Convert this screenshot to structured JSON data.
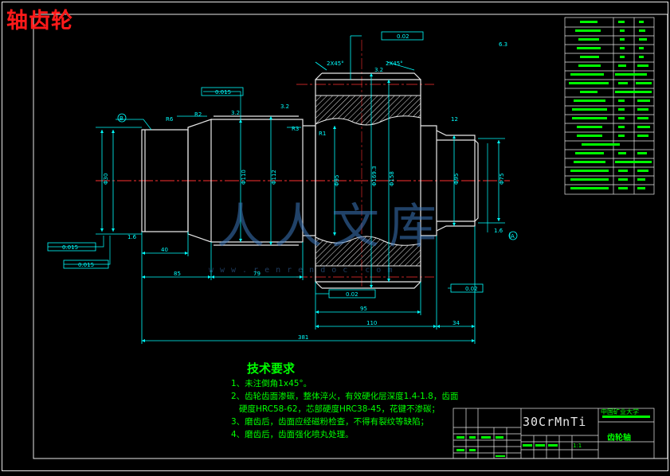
{
  "title": "轴齿轮",
  "watermark": {
    "text": "人人文库",
    "url": "www.renrendoc.com"
  },
  "drawing": {
    "dimensions": {
      "d_left_bore": "Φ30",
      "d_1": "Φ110",
      "d_2": "Φ112",
      "d_gear": "Φ169.3",
      "d_3": "Φ158",
      "d_4": "Φ95",
      "d_right": "Φ75",
      "len_40": "40",
      "len_85": "85",
      "len_79": "79",
      "len_95": "95",
      "len_110": "110",
      "len_34": "34",
      "len_total": "381",
      "chamfer_a": "2X45°",
      "chamfer_b": "2X45°",
      "r2": "R2",
      "r6": "R6",
      "r3": "R3",
      "r1": "R1",
      "rough_a": "3.2",
      "rough_b": "3.2",
      "rough_c": "3.2",
      "rough_d": "6.3",
      "tol_runout_1": "0.015",
      "tol_runout_2": "0.015",
      "tol_runout_3": "0.015",
      "tol_top": "0.02",
      "tol_mid": "0.02",
      "tol_right": "0.02",
      "datum_a": "A",
      "datum_b": "B",
      "ref_12": "12",
      "ref_16": "1.6",
      "ref_16b": "1.6"
    }
  },
  "tech_requirements": {
    "heading": "技术要求",
    "items": [
      "1、未注倒角1x45°。",
      "2、齿轮齿面渗碳，整体淬火，有效硬化层深度1.4-1.8，齿面",
      "硬度HRC58-62，芯部硬度HRC38-45，花键不渗碳；",
      "3、磨齿后，齿面应经磁粉检查，不得有裂纹等缺陷；",
      "4、磨齿后，齿面强化喷丸处理。"
    ]
  },
  "title_block": {
    "material": "30CrMnTi",
    "school": "中国矿业大学",
    "drawing_name": "齿轮轴",
    "scale": "1:1"
  },
  "colors": {
    "background": "#000000",
    "line": "#e8e8e8",
    "dim": "#00ffff",
    "center": "#ff3030",
    "text": "#00ff00",
    "hatch": "#e8e8e8",
    "title": "#ff1a1a"
  }
}
